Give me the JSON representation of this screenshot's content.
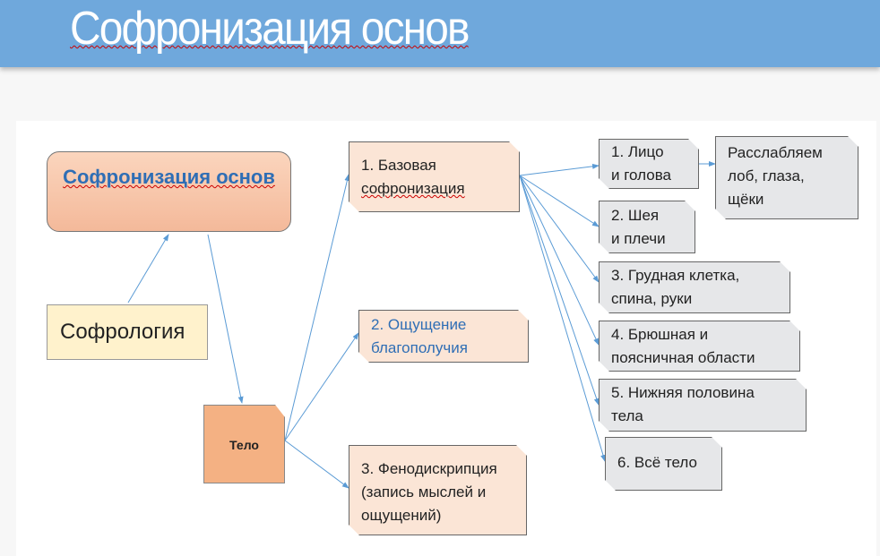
{
  "header": {
    "title": "Софронизация основ"
  },
  "diagram": {
    "root": "Софронизация основ",
    "sofrology": "Софрология",
    "body": "Тело",
    "branches": [
      "1. Базовая",
      "софронизация",
      "2. Ощущение",
      "благополучия",
      "3. Фенодискрипция",
      "(запись мыслей и",
      "ощущений)"
    ],
    "parts": [
      {
        "l1": "1. Лицо",
        "l2": "и голова"
      },
      {
        "l1": "2. Шея",
        "l2": "и плечи"
      },
      {
        "l1": "3. Грудная клетка,",
        "l2": "спина, руки"
      },
      {
        "l1": "4. Брюшная и",
        "l2": "поясничная области"
      },
      {
        "l1": "5. Нижняя половина",
        "l2": "тела"
      },
      {
        "l1": "6. Всё тело",
        "l2": ""
      }
    ],
    "relax": [
      "Расслабляем",
      "лоб, глаза,",
      "щёки"
    ]
  },
  "colors": {
    "header": "#6fa8dc",
    "arrow": "#5b9bd5"
  }
}
